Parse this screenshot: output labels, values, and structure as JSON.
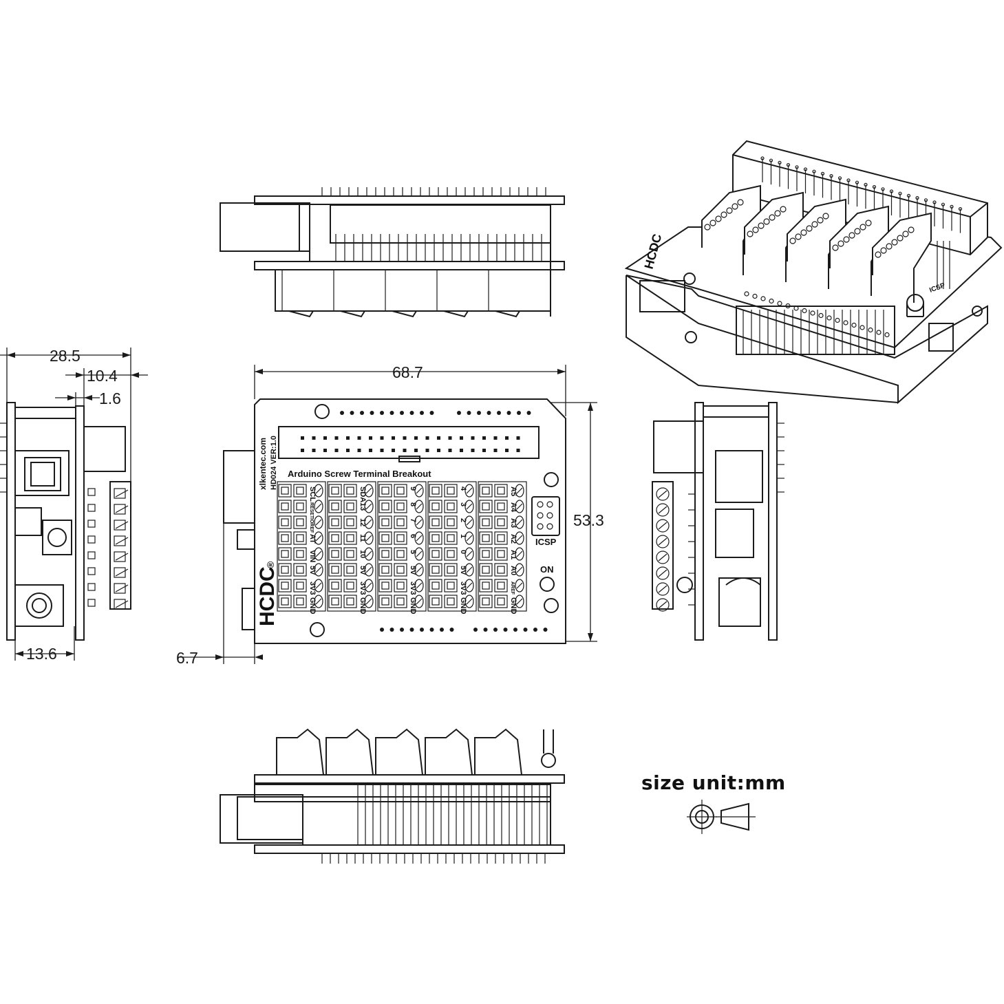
{
  "dimensions": {
    "overall_width": "68.7",
    "overall_depth": "53.3",
    "overall_height": "28.5",
    "header_height": "10.4",
    "pcb_thickness": "1.6",
    "jack_height": "13.6",
    "jack_offset": "6.7"
  },
  "board": {
    "brand": "HCDC",
    "registered_mark": "®",
    "website": "xlkentec.com",
    "model": "HD024  VER:1.0",
    "title": "Arduino Screw Terminal Breakout",
    "icsp_label": "ICSP",
    "power_led_label": "ON"
  },
  "terminal_columns": [
    {
      "labels": [
        "SCL",
        "RESET",
        "IOREF",
        "AT",
        "VIN",
        "5V",
        "3V3",
        "GND"
      ]
    },
    {
      "labels": [
        "SDA",
        "13",
        "12",
        "11",
        "10",
        "5V",
        "3V3",
        "GND"
      ]
    },
    {
      "labels": [
        "9",
        "8",
        "7",
        "6",
        "5",
        "5V",
        "3V3",
        "GND"
      ]
    },
    {
      "labels": [
        "4",
        "3",
        "2",
        "1",
        "0",
        "5V",
        "3V3",
        "GND"
      ]
    },
    {
      "labels": [
        "A5",
        "A4",
        "A3",
        "A2",
        "A1",
        "A0",
        "AREF",
        "GND"
      ]
    }
  ],
  "iso_view": {
    "brand_partial": "HCDC",
    "icsp_label": "ICSP"
  },
  "legend": {
    "size_unit": "size unit:mm"
  }
}
